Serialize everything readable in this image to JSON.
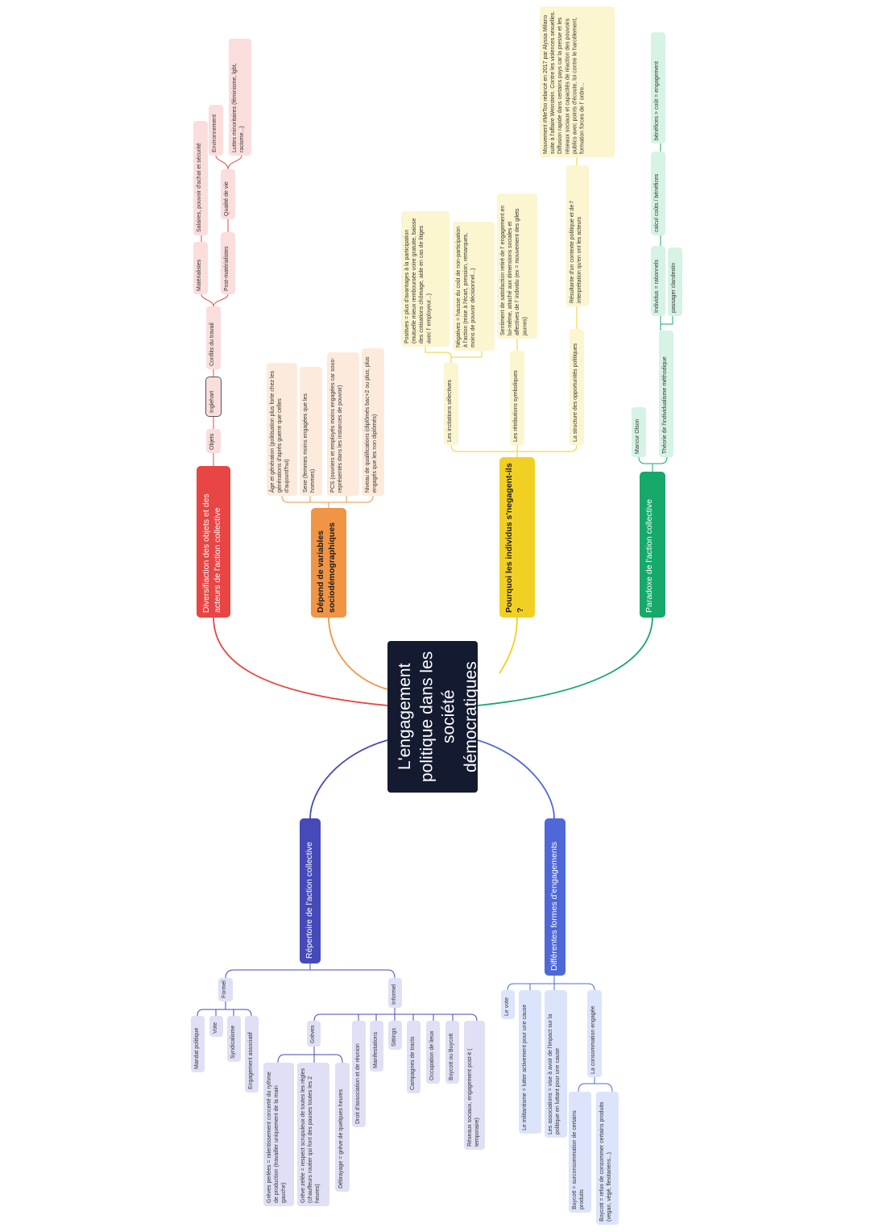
{
  "center": "L'engagement politique dans les société démocratiques",
  "branches": {
    "red": {
      "label": "Diversifiaction des objets et des acteurs de l'action collective",
      "objets": "Objets",
      "inglehart": "Inglehart",
      "conflits": "Conflits du travail",
      "materialistes": "Matérialistes",
      "salaires": "Salaires, pouvoir d'achat et sécurité",
      "post_materialistes": "Post-matérialistes",
      "qualite_vie": "Qualité de vie",
      "environnement": "Environnement",
      "luttes": "Luttes minoritaires (féminisme, lgbt, racisme...)"
    },
    "orange": {
      "label": "Dépend de variables sociodémographiques",
      "items": [
        "Âge et génération (politisation plus forte chez les générations d'après guerre que celles d'aujourd'hui)",
        "Sexe (femmes moins engagées que les hommes)",
        "PCS (ouvriers et employés moins engagées car sous-représentés dans les instances de pouvoir)",
        "Niveau de qualifications (diplômés bac+2 ou plus, plus engagés que les non diplômés)"
      ]
    },
    "yellow": {
      "label": "Pourquoi les individus s'negagent-ils ?",
      "incitations": "Les incitations sélectives",
      "positives": "Positives = plus d'avantages à la participation (mutuelle mieux remboursée voire gratuite, baisse des cotisations chômage, aide en cas de litiges avec l' employeur...)",
      "negatives": "Négatives = hausse du coût de non-participation à l'action (mise à l'écart, pression, remarques, moins de pouvoir décisionnel...)",
      "retributions": "Les rétributions symboliques",
      "sentiment": "Sentiment de satisfaction retiré de l' engagement en lui-même, attaché aux dimensions sociales et affectives de l' individu (ex = mouvement des gilets jaunes)",
      "structure": "La structure des opportunités politiques",
      "resultante": "Résultante d'un contexte politique et de l' interprétation qu'en ont les acteurs",
      "metoo": "Mouvement #MeToo relancé en 2017 par Alyssa Milano suite à l'affaire Weinstein. Contre les violences sexuelles. Diffusion rapide dans certains pays car la presse et les réseaux sociaux et capacités de réaction des pouvoirs publics avec points d'écoute, loi contre le harcèlement, formation forces de l' ordre..."
    },
    "green": {
      "label": "Paradoxe de l'action collective",
      "olson": "Mancur Olson",
      "theorie": "Théorie de l'individualisme méthodique",
      "rationnels": "Individus = rationnels",
      "calcul": "calcul coûts / bénéfices",
      "benefices": "bénéfices > coût = engagement",
      "passager": "passager clandestin"
    },
    "purple": {
      "label": "Répertoire de l'action collective",
      "formel": "Formel",
      "formel_items": [
        "Mandat politique",
        "Vote",
        "Syndicalisme",
        "Engagement associatif"
      ],
      "informel": "Informel",
      "greves": "Grèves",
      "greves_items": [
        "Grèves perlées = ralentissement concerté du rythme de production (travailler uniquement de la main gauche)",
        "Grève zelée = respect scrupuleux de toutes les règles (chauffeurs routier qui font des pauses toutes les 2 heures)",
        "Débrayage = grève de quelques heures"
      ],
      "informel_items": [
        "Droit d'association et de réunion",
        "Manifestations",
        "Sittings",
        "Campagnes de tracts",
        "Occupation de lieux",
        "Boycott ou Buycott",
        "Réseaux sociaux, engagement post-it ( temporaire)"
      ]
    },
    "blue": {
      "label": "Différentes formes d'engagements",
      "vote": "Le vote",
      "militantisme": "Le militantisme = lutter activement pour une cause",
      "associations": "Les associations = vise à avoir de l'impact sur la politique en luttant pour une cause",
      "consommation": "La consommation engagée",
      "buycott": "Buycott = surconsommation de certains produits",
      "boycott": "Boycott = refus de consommer certains produits (vegan, végé, flexitariens...)"
    }
  },
  "colors": {
    "central": "#141a30",
    "red": "#e84545",
    "orange": "#ef9545",
    "yellow": "#f2d023",
    "green": "#16a96a",
    "purple": "#454ab8",
    "blue": "#4f68d8",
    "red_light": "#fadddd",
    "orange_light": "#fcebdc",
    "yellow_light": "#fbf5d0",
    "green_light": "#d6f3e5",
    "purple_light": "#dfe0f5",
    "blue_light": "#dce4fb"
  }
}
